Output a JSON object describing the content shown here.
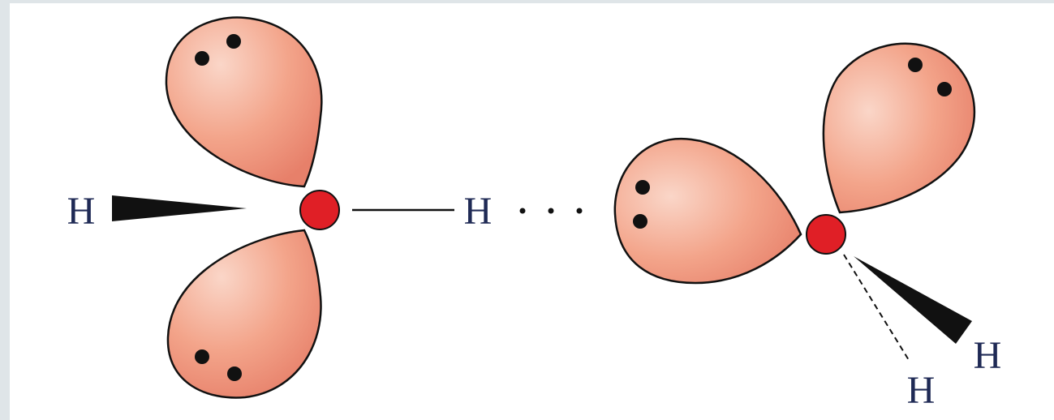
{
  "diagram": {
    "labels": {
      "h_left": "H",
      "h_bridge": "H",
      "h_right_upper": "H",
      "h_right_lower": "H"
    },
    "colors": {
      "lobe_light": "#fad6c8",
      "lobe_mid": "#f3a48a",
      "lobe_dark": "#e7806a",
      "oxygen": "#e01f26",
      "outline": "#111111",
      "label": "#1f2a55",
      "background": "#ffffff",
      "page_border": "#dfe5e8"
    },
    "lone_pairs_per_lobe": 2,
    "hydrogen_bond_symbol": "dotted"
  }
}
